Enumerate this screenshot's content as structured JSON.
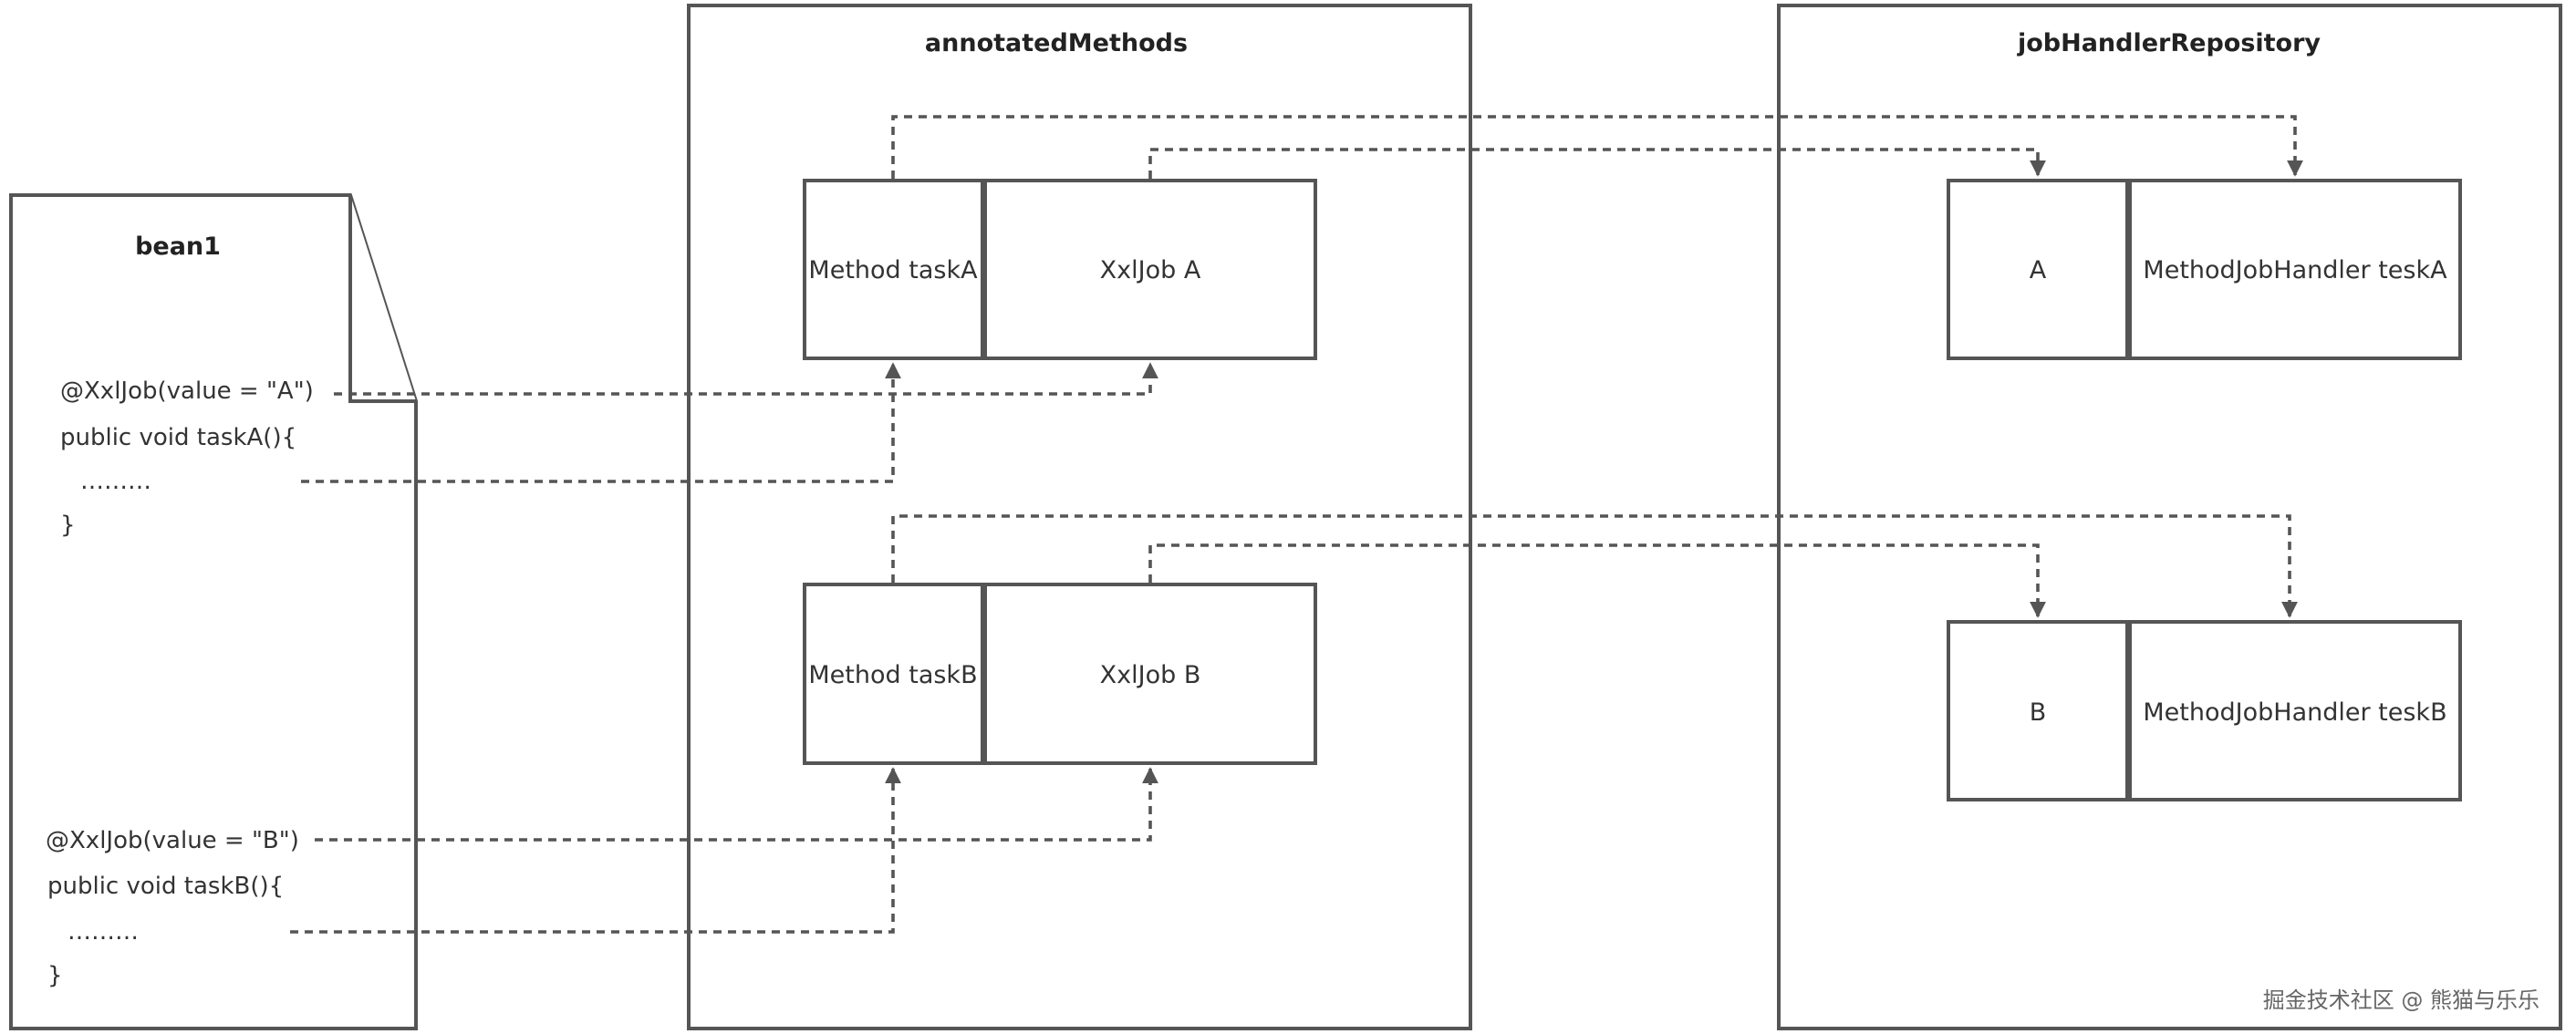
{
  "bean": {
    "title": "bean1",
    "code_a": [
      "@XxlJob(value = \"A\")",
      "public void taskA(){",
      "………",
      "}"
    ],
    "code_b": [
      "@XxlJob(value = \"B\")",
      "public void taskB(){",
      "………",
      "}"
    ]
  },
  "annotated_methods": {
    "title": "annotatedMethods",
    "rows": [
      {
        "method": "Method taskA",
        "annotation": "XxlJob A"
      },
      {
        "method": "Method taskB",
        "annotation": "XxlJob B"
      }
    ]
  },
  "repository": {
    "title": "jobHandlerRepository",
    "rows": [
      {
        "key": "A",
        "handler": "MethodJobHandler teskA"
      },
      {
        "key": "B",
        "handler": "MethodJobHandler teskB"
      }
    ]
  },
  "watermark": "掘金技术社区 @ 熊猫与乐乐"
}
